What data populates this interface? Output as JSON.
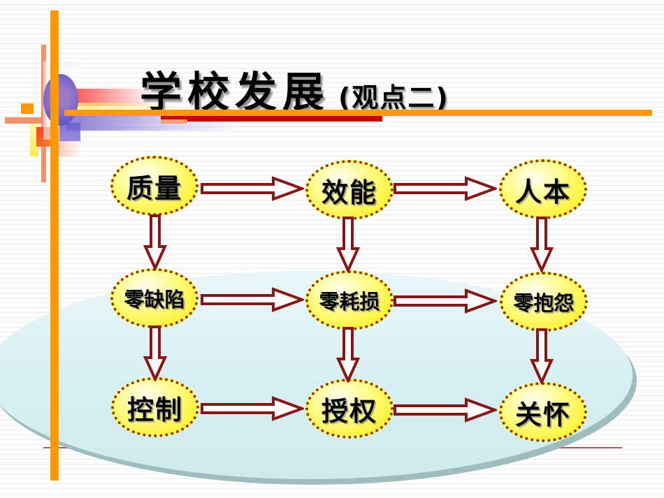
{
  "title": {
    "main": "学校发展",
    "suffix": "(观点二)"
  },
  "diagram": {
    "rows": [
      {
        "nodes": [
          {
            "label": "质量"
          },
          {
            "label": "效能"
          },
          {
            "label": "人本"
          }
        ]
      },
      {
        "nodes": [
          {
            "label": "零缺陷"
          },
          {
            "label": "零耗损"
          },
          {
            "label": "零抱怨"
          }
        ]
      },
      {
        "nodes": [
          {
            "label": "控制"
          },
          {
            "label": "授权"
          },
          {
            "label": "关怀"
          }
        ]
      }
    ],
    "connections": [
      "质量→效能",
      "效能→人本",
      "零缺陷→零耗损",
      "零耗损→零抱怨",
      "控制→授权",
      "授权→关怀",
      "质量→零缺陷",
      "效能→零耗损",
      "人本→零抱怨",
      "零缺陷→控制",
      "零耗损→授权",
      "零抱怨→关怀"
    ]
  },
  "colors": {
    "accent-orange": "#ff9900",
    "title-underline-red": "#cc0000",
    "arrow-red": "#8b1414",
    "node-border-brown": "#943400",
    "node-fill-yellow": "#fff945",
    "pool-fill-cyan": "#d7eff3",
    "pool-rim-teal": "#9fbdbf",
    "thin-line-red": "#c0504d",
    "stripe-gray": "#ececec"
  }
}
